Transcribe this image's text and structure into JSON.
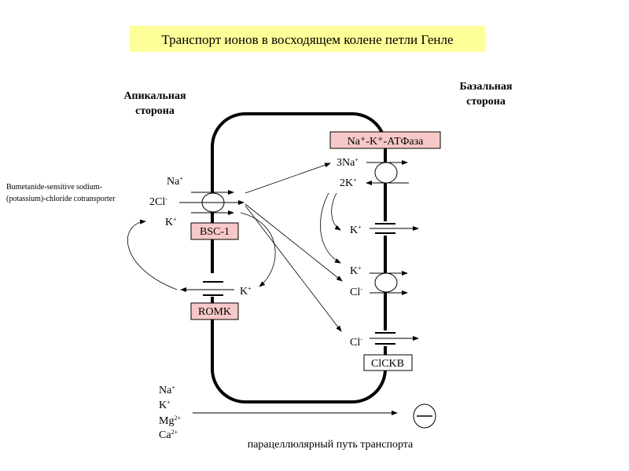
{
  "title": "Транспорт ионов в восходящем колене петли Генле",
  "apical_label": [
    "Апикальная",
    "сторона"
  ],
  "basal_label": [
    "Базальная",
    "сторона"
  ],
  "cotransporter_note": [
    "Bumetanide-sensitive sodium-",
    "(potassium)-chloride cotransporter"
  ],
  "apical": {
    "ions": [
      {
        "base": "Na",
        "sup": "+"
      },
      {
        "base": "2Cl",
        "sup": "-"
      },
      {
        "base": "K",
        "sup": "+"
      }
    ],
    "romk_ion": {
      "base": "K",
      "sup": "+"
    },
    "bsc_label": "BSC-1",
    "romk_label": "ROMK"
  },
  "basal": {
    "atpase_label": "Na⁺-K⁺-АТФаза",
    "atpase_ions": [
      {
        "base": "3Na",
        "sup": "+"
      },
      {
        "base": "2K",
        "sup": "+"
      }
    ],
    "k_channel_ion": {
      "base": "K",
      "sup": "+"
    },
    "kcl_ions": [
      {
        "base": "K",
        "sup": "+"
      },
      {
        "base": "Cl",
        "sup": "-"
      }
    ],
    "cl_channel_ion": {
      "base": "Cl",
      "sup": "-"
    },
    "clckb_label": "ClCKB"
  },
  "paracellular": {
    "ions": [
      {
        "base": "Na",
        "sup": "+"
      },
      {
        "base": "K",
        "sup": "+"
      },
      {
        "base": "Mg",
        "sup": "2+"
      },
      {
        "base": "Ca",
        "sup": "2+"
      }
    ],
    "label": "парацеллюлярный путь транспорта",
    "charge_symbol": "minus-circle-icon"
  },
  "colors": {
    "title_bg": "#ffff99",
    "box_pink": "#f8c8c8"
  }
}
